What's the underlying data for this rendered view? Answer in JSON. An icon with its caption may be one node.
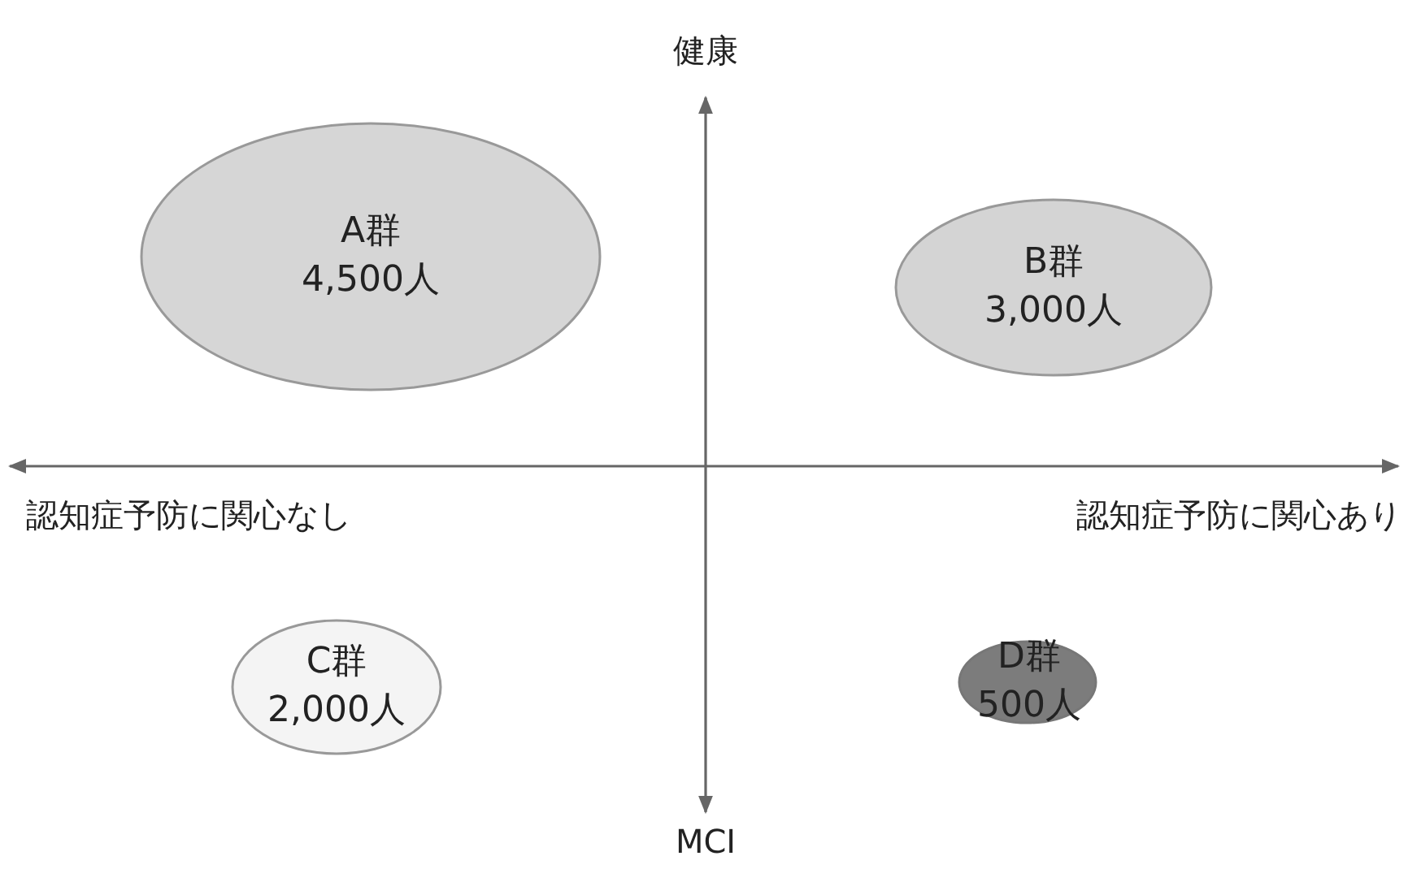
{
  "diagram": {
    "nodes": [
      {
        "text": [
          "A群",
          "4,500人"
        ]
      },
      {
        "text": [
          "B群",
          "3,000人"
        ]
      },
      {
        "text": [
          "C群",
          "2,000人"
        ]
      },
      {
        "text": [
          "D群",
          "500人"
        ]
      }
    ],
    "edges": [],
    "labels": [
      "健康",
      "認知症予防に関心なし",
      "認知症予防に関心あり",
      "MCI"
    ]
  }
}
